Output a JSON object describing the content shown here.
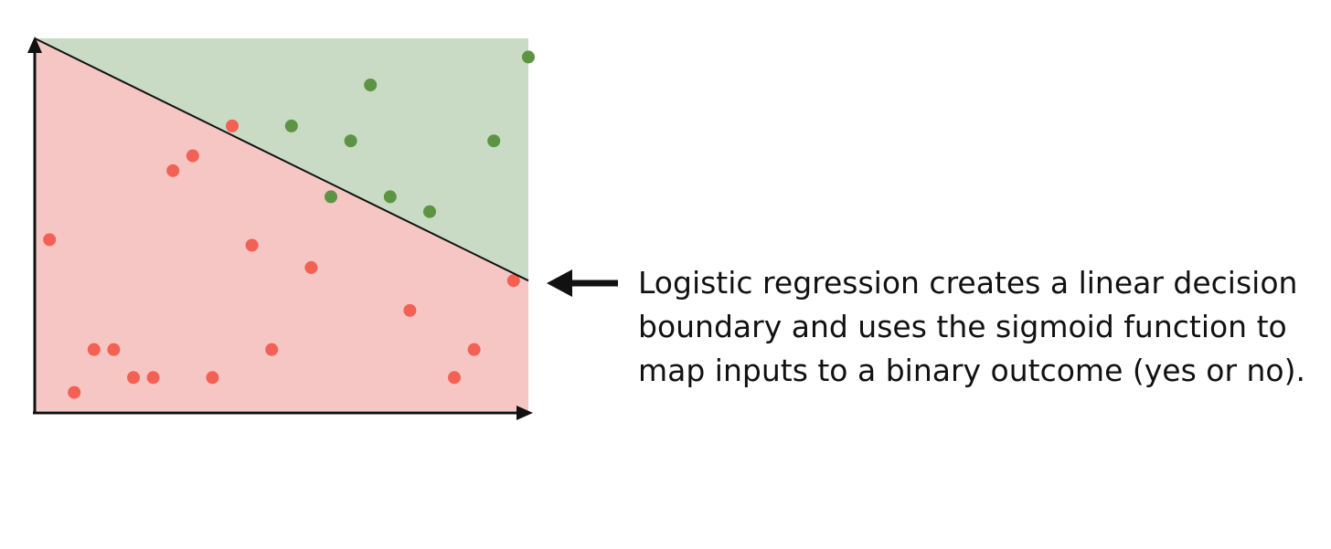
{
  "colors": {
    "class_no_region": "#f5c6c4",
    "class_yes_region": "#cadbc5",
    "class_no_point": "#f26153",
    "class_yes_point": "#5c9444",
    "boundary_line": "#111111",
    "axis": "#111111",
    "arrow": "#111111"
  },
  "icons": {
    "callout_arrow": "left-arrow-icon"
  },
  "caption": {
    "line1": "Logistic regression creates a linear decision",
    "line2": "boundary and uses the sigmoid function to",
    "line3": "map inputs to a binary outcome (yes or no)."
  },
  "chart_data": {
    "type": "scatter",
    "xlim": [
      0,
      100
    ],
    "ylim": [
      0,
      100
    ],
    "grid": false,
    "decision_boundary": {
      "x": [
        0,
        100
      ],
      "y": [
        100,
        35
      ]
    },
    "regions": [
      {
        "class": "no",
        "side": "below-boundary"
      },
      {
        "class": "yes",
        "side": "above-boundary"
      }
    ],
    "series": [
      {
        "class": "no",
        "points": [
          {
            "x": 3,
            "y": 46
          },
          {
            "x": 8,
            "y": 5
          },
          {
            "x": 12,
            "y": 16.5
          },
          {
            "x": 16,
            "y": 16.5
          },
          {
            "x": 20,
            "y": 9
          },
          {
            "x": 24,
            "y": 9
          },
          {
            "x": 28,
            "y": 64.5
          },
          {
            "x": 32,
            "y": 68.5
          },
          {
            "x": 36,
            "y": 9
          },
          {
            "x": 40,
            "y": 76.5
          },
          {
            "x": 44,
            "y": 44.5
          },
          {
            "x": 48,
            "y": 16.5
          },
          {
            "x": 56,
            "y": 38.5
          },
          {
            "x": 76,
            "y": 27
          },
          {
            "x": 85,
            "y": 9
          },
          {
            "x": 89,
            "y": 16.5
          },
          {
            "x": 97,
            "y": 35
          }
        ]
      },
      {
        "class": "yes",
        "points": [
          {
            "x": 52,
            "y": 76.5
          },
          {
            "x": 60,
            "y": 57.5
          },
          {
            "x": 64,
            "y": 72.5
          },
          {
            "x": 68,
            "y": 87.5
          },
          {
            "x": 72,
            "y": 57.5
          },
          {
            "x": 80,
            "y": 53.5
          },
          {
            "x": 93,
            "y": 72.5
          },
          {
            "x": 100,
            "y": 95
          }
        ]
      }
    ]
  }
}
